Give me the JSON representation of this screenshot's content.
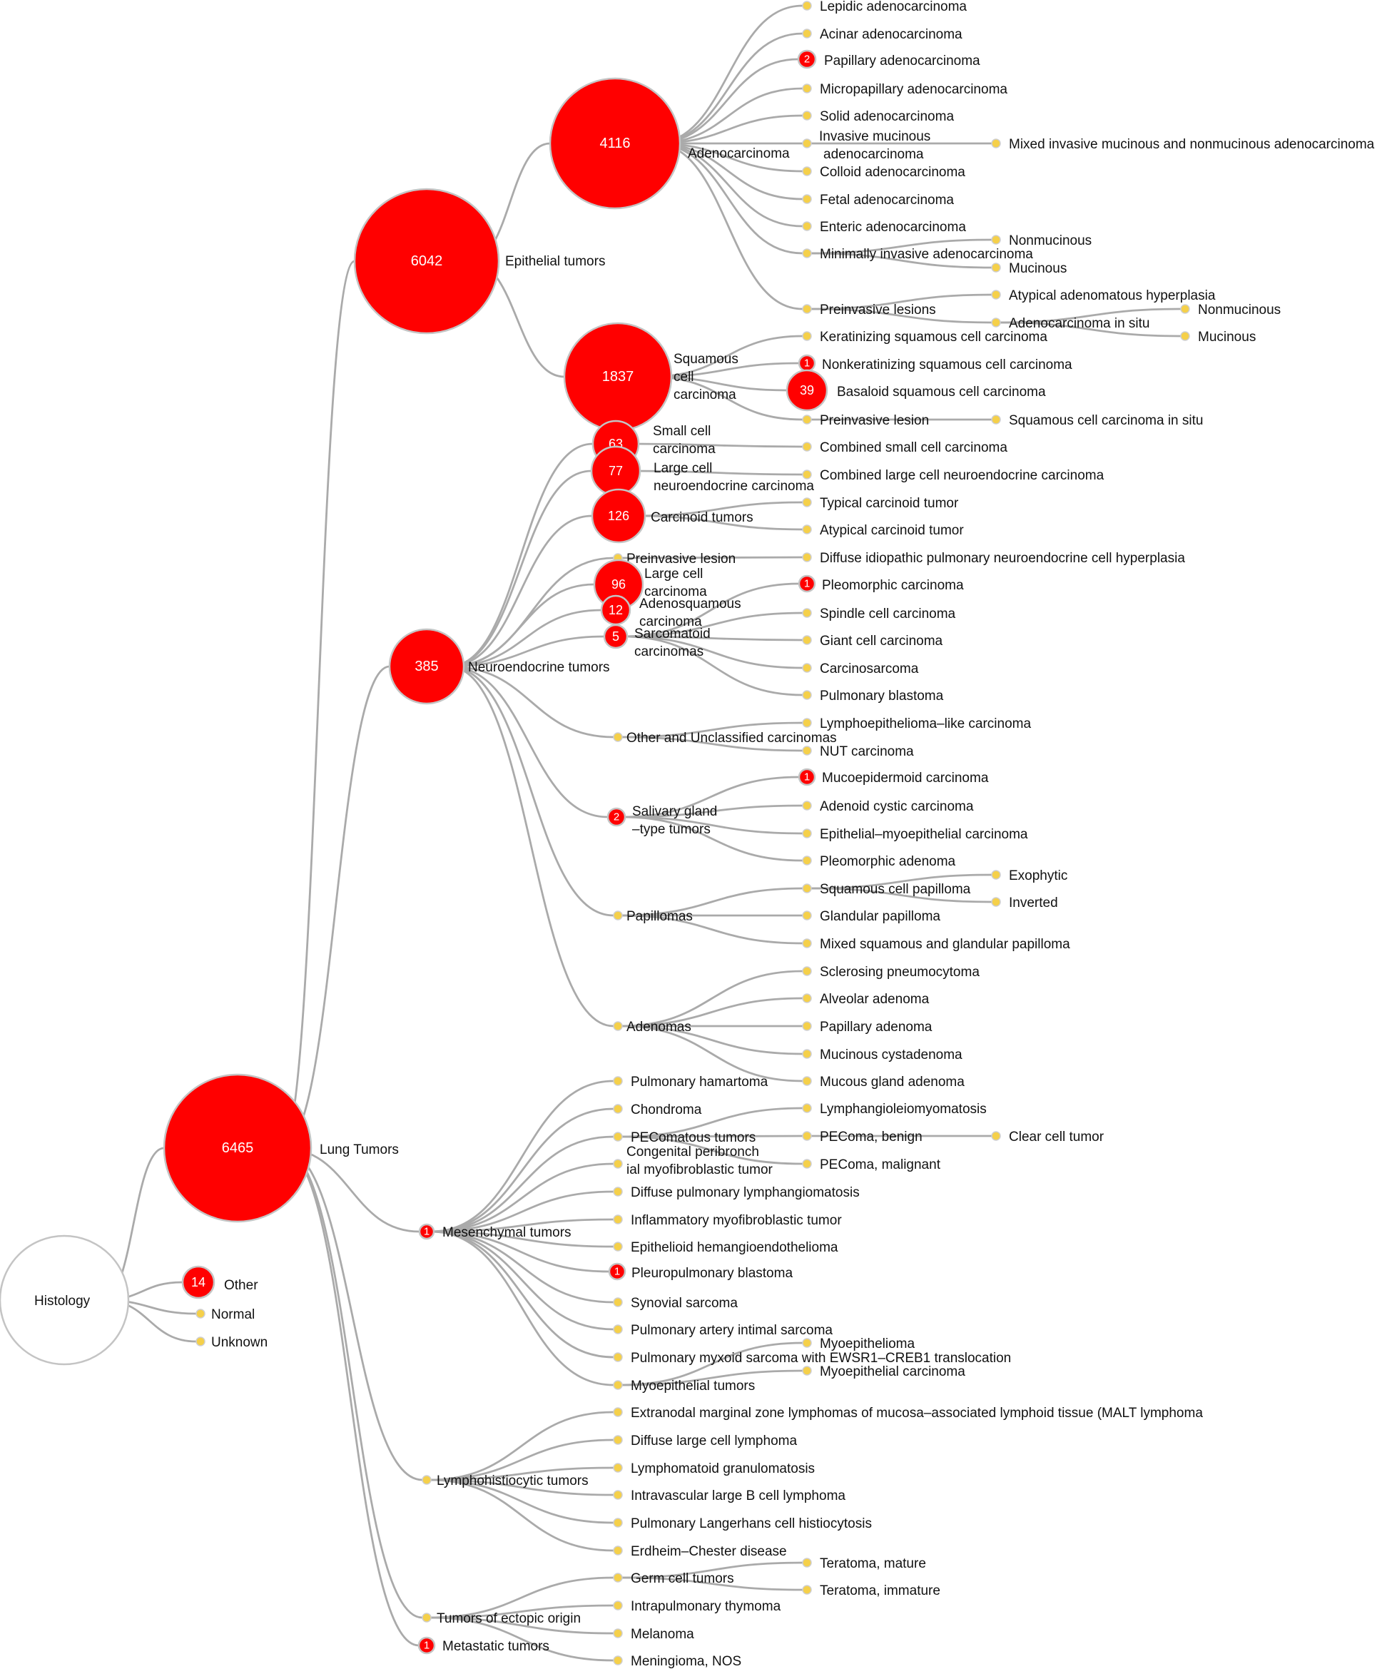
{
  "colors": {
    "node_counted": "#ff0000",
    "node_counted_stroke": "#c4c4c4",
    "leaf": "#f5d04a",
    "leaf_stroke": "#cfcfcf",
    "root_fill": "#ffffff",
    "root_stroke": "#c4c4c4",
    "link": "#aaaaaa"
  },
  "tree": {
    "id": "root",
    "name": "Histology",
    "children": [
      {
        "id": "lung",
        "name": "Lung Tumors",
        "count": 6465,
        "children": [
          {
            "id": "epi",
            "name": "Epithelial tumors",
            "count": 6042,
            "children": [
              {
                "id": "adeno",
                "name": "Adenocarcinoma",
                "count": 4116,
                "children": [
                  {
                    "id": "lepidic",
                    "name": "Lepidic adenocarcinoma"
                  },
                  {
                    "id": "acinar",
                    "name": "Acinar adenocarcinoma"
                  },
                  {
                    "id": "papadeno",
                    "name": "Papillary adenocarcinoma",
                    "count": 2
                  },
                  {
                    "id": "micropap",
                    "name": "Micropapillary adenocarcinoma"
                  },
                  {
                    "id": "solid",
                    "name": "Solid adenocarcinoma"
                  },
                  {
                    "id": "invmuc",
                    "name": "Invasive mucinous adenocarcinoma",
                    "children": [
                      {
                        "id": "mixedinv",
                        "name": "Mixed invasive mucinous and nonmucinous adenocarcinoma"
                      }
                    ]
                  },
                  {
                    "id": "colloid",
                    "name": "Colloid adenocarcinoma"
                  },
                  {
                    "id": "fetal",
                    "name": "Fetal adenocarcinoma"
                  },
                  {
                    "id": "enteric",
                    "name": "Enteric adenocarcinoma"
                  },
                  {
                    "id": "mininv",
                    "name": "Minimally invasive adenocarcinoma",
                    "children": [
                      {
                        "id": "mi_nonmuc",
                        "name": "Nonmucinous"
                      },
                      {
                        "id": "mi_muc",
                        "name": "Mucinous"
                      }
                    ]
                  },
                  {
                    "id": "preinv_a",
                    "name": "Preinvasive lesions",
                    "children": [
                      {
                        "id": "aah",
                        "name": "Atypical adenomatous hyperplasia"
                      },
                      {
                        "id": "ais",
                        "name": "Adenocarcinoma in situ",
                        "children": [
                          {
                            "id": "ais_nonmuc",
                            "name": "Nonmucinous"
                          },
                          {
                            "id": "ais_muc",
                            "name": "Mucinous"
                          }
                        ]
                      }
                    ]
                  }
                ]
              },
              {
                "id": "scc",
                "name": "Squamous cell carcinoma",
                "count": 1837,
                "children": [
                  {
                    "id": "kscc",
                    "name": "Keratinizing squamous cell carcinoma"
                  },
                  {
                    "id": "nkscc",
                    "name": "Nonkeratinizing squamous cell carcinoma",
                    "count": 1
                  },
                  {
                    "id": "bscc",
                    "name": "Basaloid squamous cell carcinoma",
                    "count": 39
                  },
                  {
                    "id": "preinv_s",
                    "name": "Preinvasive lesion",
                    "children": [
                      {
                        "id": "sccis",
                        "name": "Squamous cell carcinoma in situ"
                      }
                    ]
                  }
                ]
              }
            ]
          },
          {
            "id": "neuro",
            "name": "Neuroendocrine tumors",
            "count": 385,
            "children": [
              {
                "id": "smallcell",
                "name": "Small cell carcinoma",
                "count": 63,
                "children": [
                  {
                    "id": "combsmall",
                    "name": "Combined small cell carcinoma"
                  }
                ]
              },
              {
                "id": "lcne",
                "name": "Large cell neuroendocrine carcinoma",
                "count": 77,
                "children": [
                  {
                    "id": "comblcne",
                    "name": "Combined large cell neuroendocrine carcinoma"
                  }
                ]
              },
              {
                "id": "carcinoid",
                "name": "Carcinoid tumors",
                "count": 126,
                "children": [
                  {
                    "id": "typcarc",
                    "name": "Typical carcinoid tumor"
                  },
                  {
                    "id": "atypcarc",
                    "name": "Atypical carcinoid tumor"
                  }
                ]
              },
              {
                "id": "preinv_n",
                "name": "Preinvasive lesion",
                "children": [
                  {
                    "id": "dipnech",
                    "name": "Diffuse idiopathic pulmonary neuroendocrine cell hyperplasia"
                  }
                ]
              },
              {
                "id": "largecell",
                "name": "Large cell carcinoma",
                "count": 96
              },
              {
                "id": "adenosq",
                "name": "Adenosquamous carcinoma",
                "count": 12
              },
              {
                "id": "sarcomatoid",
                "name": "Sarcomatoid carcinomas",
                "count": 5,
                "children": [
                  {
                    "id": "pleo",
                    "name": "Pleomorphic carcinoma",
                    "count": 1
                  },
                  {
                    "id": "spindle",
                    "name": "Spindle cell carcinoma"
                  },
                  {
                    "id": "giant",
                    "name": "Giant cell carcinoma"
                  },
                  {
                    "id": "carcinosarc",
                    "name": "Carcinosarcoma"
                  },
                  {
                    "id": "pulmblast",
                    "name": "Pulmonary blastoma"
                  }
                ]
              },
              {
                "id": "otherunc",
                "name": "Other and Unclassified carcinomas",
                "children": [
                  {
                    "id": "lelc",
                    "name": "Lymphoepithelioma–like carcinoma"
                  },
                  {
                    "id": "nut",
                    "name": "NUT carcinoma"
                  }
                ]
              },
              {
                "id": "salivary",
                "name": "Salivary gland –type tumors",
                "count": 2,
                "children": [
                  {
                    "id": "mucoep",
                    "name": "Mucoepidermoid carcinoma",
                    "count": 1
                  },
                  {
                    "id": "adenoidcystic",
                    "name": "Adenoid cystic carcinoma"
                  },
                  {
                    "id": "epimyo",
                    "name": "Epithelial–myoepithelial carcinoma"
                  },
                  {
                    "id": "pleoaden",
                    "name": "Pleomorphic adenoma"
                  }
                ]
              },
              {
                "id": "papillomas",
                "name": "Papillomas",
                "children": [
                  {
                    "id": "sqpap",
                    "name": "Squamous cell papilloma",
                    "children": [
                      {
                        "id": "exo",
                        "name": "Exophytic"
                      },
                      {
                        "id": "inv",
                        "name": "Inverted"
                      }
                    ]
                  },
                  {
                    "id": "glandpap",
                    "name": "Glandular papilloma"
                  },
                  {
                    "id": "mixedpap",
                    "name": "Mixed squamous and glandular papilloma"
                  }
                ]
              },
              {
                "id": "adenomas",
                "name": "Adenomas",
                "children": [
                  {
                    "id": "scler",
                    "name": "Sclerosing pneumocytoma"
                  },
                  {
                    "id": "alveolar",
                    "name": "Alveolar adenoma"
                  },
                  {
                    "id": "papadenoma",
                    "name": "Papillary adenoma"
                  },
                  {
                    "id": "mucinouscyst",
                    "name": "Mucinous cystadenoma"
                  },
                  {
                    "id": "mucousgland",
                    "name": "Mucous gland adenoma"
                  }
                ]
              }
            ]
          },
          {
            "id": "mesen",
            "name": "Mesenchymal tumors",
            "count": 1,
            "children": [
              {
                "id": "hamartoma",
                "name": "Pulmonary hamartoma"
              },
              {
                "id": "chondroma",
                "name": "Chondroma"
              },
              {
                "id": "pecoma",
                "name": "PEComatous tumors",
                "children": [
                  {
                    "id": "lam",
                    "name": "Lymphangioleiomyomatosis"
                  },
                  {
                    "id": "pecben",
                    "name": "PEComa, benign",
                    "children": [
                      {
                        "id": "clearcell",
                        "name": "Clear cell tumor"
                      }
                    ]
                  },
                  {
                    "id": "pecmal",
                    "name": "PEComa, malignant"
                  }
                ]
              },
              {
                "id": "congen",
                "name": "Congenital peribronchial myofibroblastic tumor"
              },
              {
                "id": "dpl",
                "name": "Diffuse pulmonary lymphangiomatosis"
              },
              {
                "id": "imt",
                "name": "Inflammatory myofibroblastic tumor"
              },
              {
                "id": "ehe",
                "name": "Epithelioid hemangioendothelioma"
              },
              {
                "id": "ppb",
                "name": "Pleuropulmonary blastoma",
                "count": 1
              },
              {
                "id": "synovial",
                "name": "Synovial sarcoma"
              },
              {
                "id": "paintimal",
                "name": "Pulmonary artery intimal sarcoma"
              },
              {
                "id": "myxoid",
                "name": "Pulmonary myxoid sarcoma with EWSR1–CREB1 translocation"
              },
              {
                "id": "myoepi",
                "name": "Myoepithelial tumors",
                "children": [
                  {
                    "id": "myoepithelioma",
                    "name": "Myoepithelioma"
                  },
                  {
                    "id": "myoepicarc",
                    "name": "Myoepithelial carcinoma"
                  }
                ]
              }
            ]
          },
          {
            "id": "lympho",
            "name": "Lymphohistiocytic tumors",
            "children": [
              {
                "id": "malt",
                "name": "Extranodal marginal zone lymphomas of mucosa–associated lymphoid tissue (MALT lymphoma"
              },
              {
                "id": "dlbcl",
                "name": "Diffuse large cell lymphoma"
              },
              {
                "id": "lymphgran",
                "name": "Lymphomatoid granulomatosis"
              },
              {
                "id": "ivlbcl",
                "name": "Intravascular large B cell lymphoma"
              },
              {
                "id": "langerhans",
                "name": "Pulmonary Langerhans cell histiocytosis"
              },
              {
                "id": "erdheim",
                "name": "Erdheim–Chester disease"
              }
            ]
          },
          {
            "id": "ectopic",
            "name": "Tumors of ectopic origin",
            "children": [
              {
                "id": "germcell",
                "name": "Germ cell tumors",
                "children": [
                  {
                    "id": "teramat",
                    "name": "Teratoma, mature"
                  },
                  {
                    "id": "teraimm",
                    "name": "Teratoma, immature"
                  }
                ]
              },
              {
                "id": "thymoma",
                "name": "Intrapulmonary thymoma"
              },
              {
                "id": "melanoma",
                "name": "Melanoma"
              },
              {
                "id": "meningioma",
                "name": "Meningioma, NOS"
              }
            ]
          },
          {
            "id": "metastatic",
            "name": "Metastatic tumors",
            "count": 1
          }
        ]
      },
      {
        "id": "other",
        "name": "Other",
        "count": 14
      },
      {
        "id": "normal",
        "name": "Normal"
      },
      {
        "id": "unknown",
        "name": "Unknown"
      }
    ]
  }
}
